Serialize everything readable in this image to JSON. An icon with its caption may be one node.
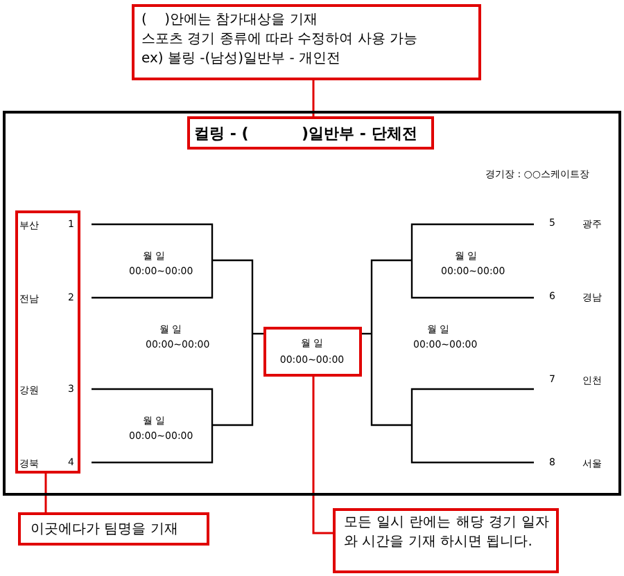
{
  "diagram": {
    "nodes": [
      {
        "text": [
          "(    )안에는 참가대상을 기재",
          "스포츠 경기 종류에 따라 수정하여 사용 가능",
          "ex) 볼링 -(남성)일반부 - 개인전"
        ]
      },
      {
        "text": [
          "경기장 : ○○스케이트장"
        ]
      },
      {
        "text": [
          "컬링 - (          )일반부 - 단체전"
        ],
        "in": 1
      },
      {
        "text": [
          "부산",
          "1",
          "전남",
          "2",
          "강원",
          "3",
          "경북",
          "4"
        ],
        "in": 1
      },
      {
        "text": [
          "월 일",
          "00:00~00:00"
        ],
        "in": 1
      },
      {
        "text": [
          "이곳에다가 팀명을 기재"
        ]
      },
      {
        "text": [
          "모든 일시 란에는 해당 경기 일자와 시간을 기재 하시면 됩니다."
        ]
      }
    ],
    "edges": [
      {
        "from": 0,
        "to": 2,
        "arrow": "none"
      },
      {
        "from": 3,
        "to": 5,
        "arrow": "none"
      },
      {
        "from": 4,
        "to": 6,
        "arrow": "none"
      }
    ],
    "labels": [
      "월 일",
      "00:00~00:00",
      "5",
      "광주",
      "월 일",
      "00:00~00:00",
      "월 일",
      "00:00~00:00",
      "6",
      "경남",
      "7",
      "인천",
      "월 일",
      "00:00~00:00",
      "월 일",
      "00:00~00:00",
      "8",
      "서울"
    ]
  }
}
